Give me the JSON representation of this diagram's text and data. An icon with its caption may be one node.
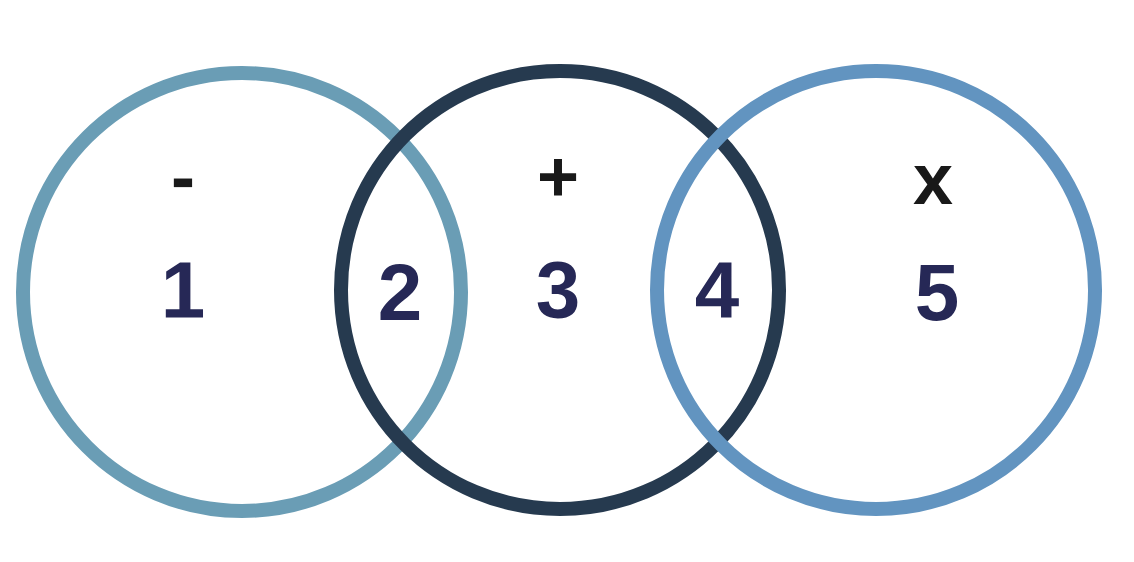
{
  "diagram": {
    "nodes": [
      {
        "text": [
          "-",
          "1"
        ]
      },
      {
        "text": [
          "+",
          "3"
        ]
      },
      {
        "text": [
          "x",
          "5"
        ]
      }
    ],
    "labels": [
      "2",
      "4"
    ]
  }
}
